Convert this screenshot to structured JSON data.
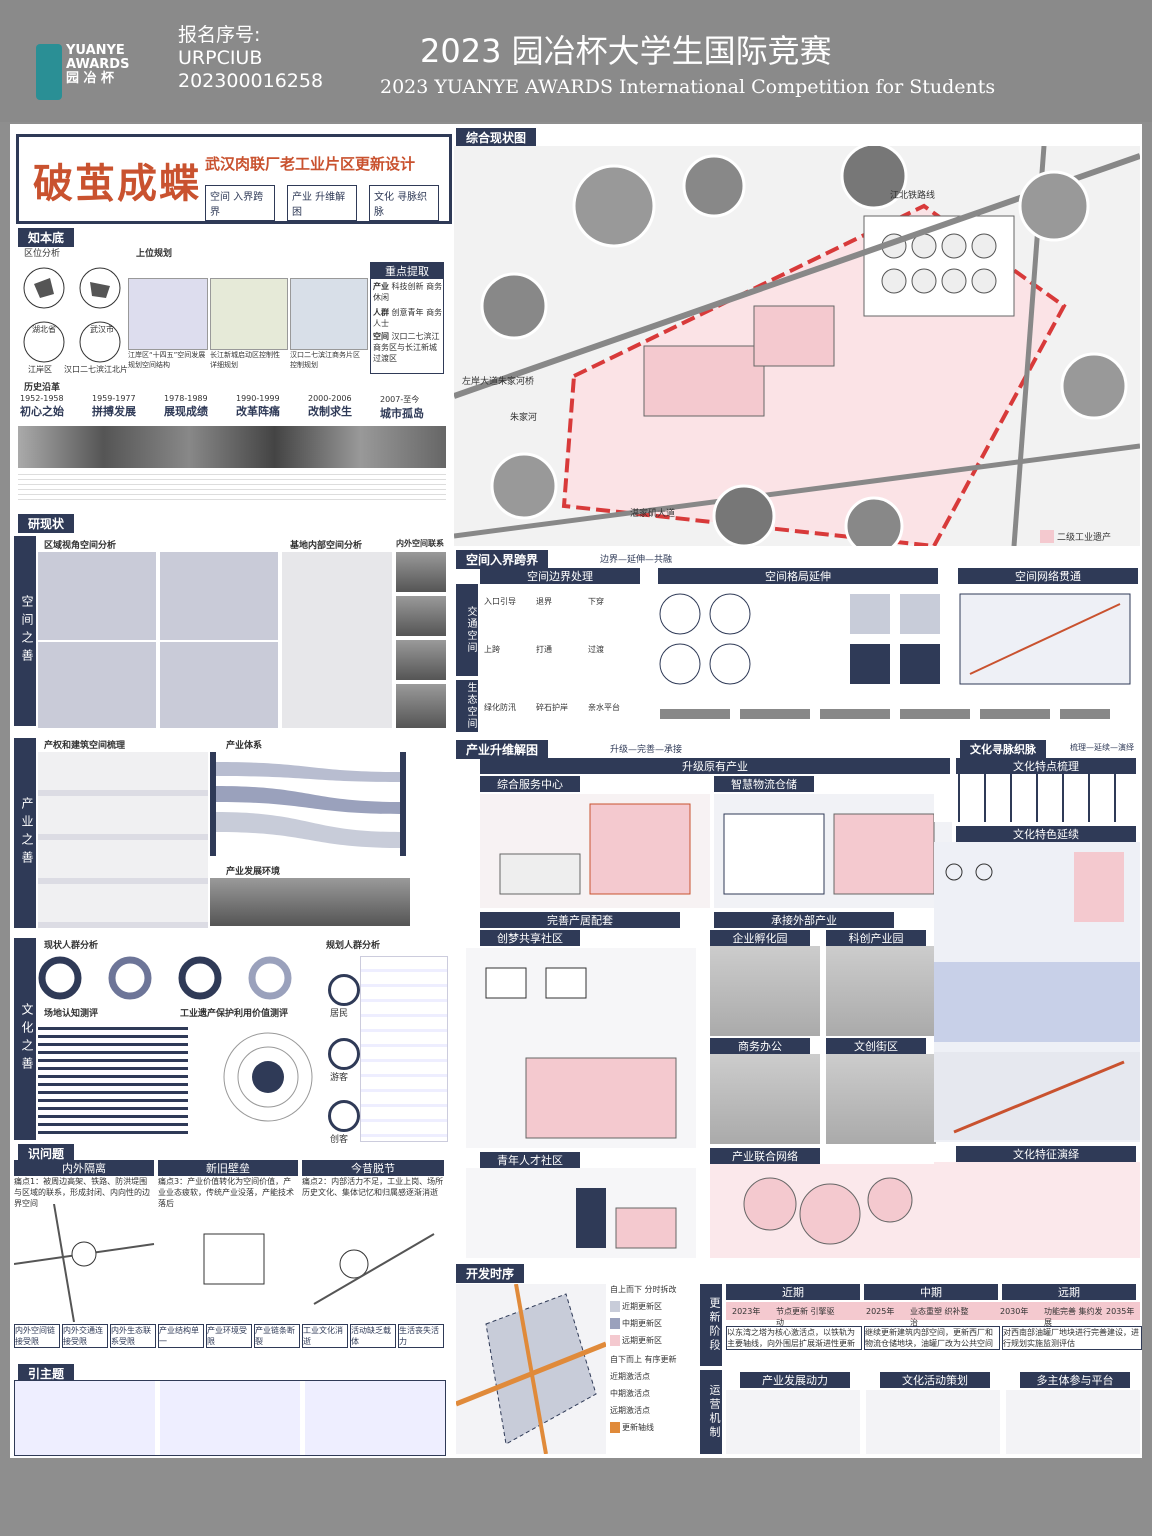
{
  "header": {
    "logo_line1": "YUANYE",
    "logo_line2": "AWARDS",
    "logo_line3": "园 冶 杯",
    "reg_label": "报名序号:",
    "reg_code": "URPCIUB",
    "reg_number": "202300016258",
    "title_cn": "2023 园冶杯大学生国际竞赛",
    "title_en": "2023 YUANYE AWARDS International Competition for  Students"
  },
  "project": {
    "title": "破茧成蝶",
    "subtitle": "武汉肉联厂老工业片区更新设计",
    "badges": [
      "空间 入界跨界",
      "产业 升维解困",
      "文化 寻脉织脉"
    ]
  },
  "sections": {
    "base": "知本底",
    "location": "区位分析",
    "upper_plan": "上位规划",
    "key_points": "重点提取",
    "history": "历史沿革",
    "research": "研现状",
    "problems": "识问题",
    "theme": "引主题",
    "overview": "综合现状图",
    "space": "空间入界跨界",
    "space_sub": "边界—延伸—共融",
    "industry": "产业升维解困",
    "industry_sub": "升级—完善—承接",
    "culture": "文化寻脉织脉",
    "culture_sub": "梳理—延续—演绎",
    "timeline": "开发时序"
  },
  "location_labels": [
    "湖北省",
    "武汉市",
    "江岸区",
    "汉口二七滨江北片"
  ],
  "key_rows": [
    {
      "k": "产业",
      "v": "科技创新 商务休闲"
    },
    {
      "k": "人群",
      "v": "创意青年 商务人士"
    },
    {
      "k": "空间",
      "v": "汉口二七滨江商务区与长江新城过渡区"
    }
  ],
  "plan_captions": [
    "江岸区“十四五”空间发展规划空间结构",
    "长江新城启动区控制性详细规划",
    "汉口二七滨江商务片区控制规划"
  ],
  "history": [
    {
      "years": "1952-1958",
      "name": "初心之始"
    },
    {
      "years": "1959-1977",
      "name": "拼搏发展"
    },
    {
      "years": "1978-1989",
      "name": "展现成绩"
    },
    {
      "years": "1990-1999",
      "name": "改革阵痛"
    },
    {
      "years": "2000-2006",
      "name": "改制求生"
    },
    {
      "years": "2007-至今",
      "name": "城市孤岛"
    }
  ],
  "research": {
    "space_label": "空间之善",
    "industry_label": "产业之善",
    "culture_label": "文化之善",
    "a1": "区域视角空间分析",
    "a2": "基地内部空间分析",
    "a3": "内外空间联系",
    "b1": "产权和建筑空间梳理",
    "b2": "产业体系",
    "b3": "产业发展环境",
    "c1": "现状人群分析",
    "c2": "规划人群分析",
    "c3": "场地认知测评",
    "c4": "工业遗产保护利用价值测评",
    "people": [
      "居民",
      "游客",
      "创客"
    ]
  },
  "problems": [
    {
      "title": "内外隔离",
      "text": "痛点1：被周边高架、铁路、防洪堤围与区域的联系，形成封闭、内向性的边界空间"
    },
    {
      "title": "新旧壁垒",
      "text": "痛点3：产业价值转化为空间价值，产业业态疲软，传统产业没落，产能技术落后"
    },
    {
      "title": "今昔脱节",
      "text": "痛点2：内部活力不足，工业上岗、场所历史文化、集体记忆和归属感逐渐消逝"
    }
  ],
  "problem_tags": [
    "内外空间链接受限",
    "内外交通连接受限",
    "内外生态联系受限",
    "产业结构单一",
    "产业环境受限",
    "产业链条断裂",
    "工业文化消逝",
    "活动缺乏载体",
    "生活丧失活力"
  ],
  "space": {
    "s1": "空间边界处理",
    "s2": "空间格局延伸",
    "s3": "空间网络贯通",
    "side1": "交通空间",
    "side2": "生态空间",
    "items": [
      "入口引导",
      "退界",
      "下穿",
      "上跨",
      "打通",
      "过渡",
      "绿化防汛",
      "碎石护岸",
      "亲水平台"
    ]
  },
  "industry": {
    "u1": "升级原有产业",
    "c1": "综合服务中心",
    "c2": "智慧物流仓储",
    "u2": "完善产居配套",
    "c3": "创梦共享社区",
    "c4": "青年人才社区",
    "u3": "承接外部产业",
    "c5": "企业孵化园",
    "c6": "科创产业园",
    "c7": "商务办公",
    "c8": "文创街区",
    "c9": "产业联合网络"
  },
  "culture": {
    "k1": "文化特点梳理",
    "k2": "文化特色延续",
    "k3": "文化特征演绎"
  },
  "timeline": {
    "phases": [
      "近期",
      "中期",
      "远期"
    ],
    "years": [
      "2023年",
      "2025年",
      "2030年",
      "2035年"
    ],
    "steps": [
      "节点更新 引擎驱动",
      "业态重塑 织补整治",
      "功能完善 集约发展"
    ],
    "desc": [
      "以东湾之塔为核心激活点，以铁轨为主要轴线，向外围层扩展渐进性更新",
      "继续更新建筑内部空间，更新西厂和物流仓储地块，油罐厂改为公共空间",
      "对西南部油罐厂地块进行完善建设，进行规划实施监测评估"
    ],
    "side1": "更新阶段",
    "side2": "运营机制",
    "ops": [
      "产业发展动力",
      "文化活动策划",
      "多主体参与平台"
    ],
    "legend": [
      "自上而下 分时拆改",
      "近期更新区",
      "中期更新区",
      "远期更新区",
      "自下而上 有序更新",
      "近期激活点",
      "中期激活点",
      "远期激活点",
      "更新轴线"
    ]
  },
  "map_labels": [
    "江北铁路线",
    "左岸大道朱家河桥",
    "朱家河",
    "湛家矶大道",
    "二级工业遗产"
  ],
  "colors": {
    "navy": "#2f3a57",
    "pink": "#f4c9cf",
    "red": "#d83a3a",
    "accent": "#c9522f"
  }
}
